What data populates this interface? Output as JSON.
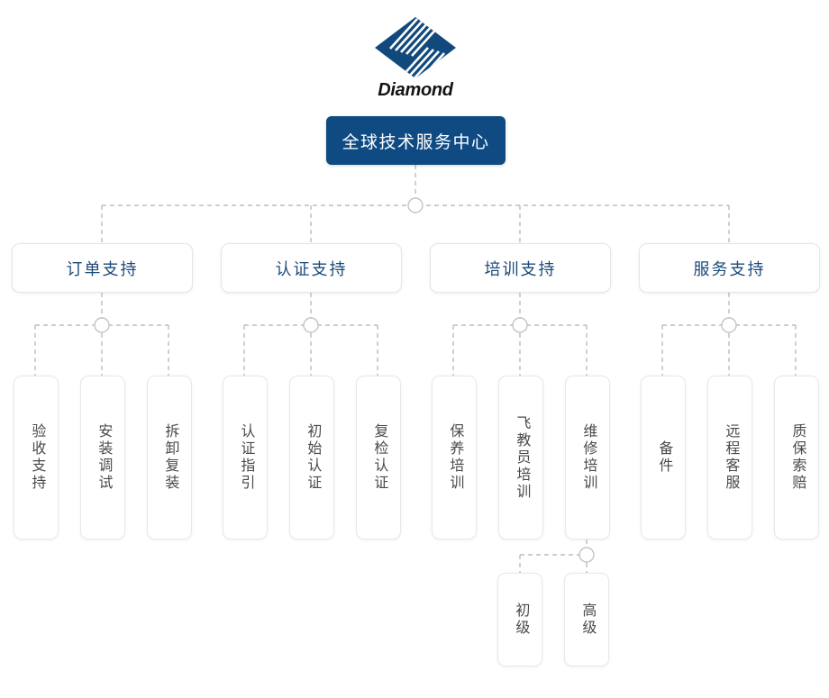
{
  "brand": {
    "wordmark": "Diamond",
    "logo_icon": "diamond-logo-icon",
    "logo_color": "#0f4b82"
  },
  "colors": {
    "root_fill": "#0f4b82",
    "root_text": "#ffffff",
    "level2_text": "#1b4a7a",
    "level3_text": "#4a4a4a",
    "connector": "#bdbdbd",
    "node_border": "#e6e6e6",
    "background": "#ffffff"
  },
  "chart_data": {
    "type": "diagram",
    "title": "全球技术服务中心",
    "root": {
      "label": "全球技术服务中心"
    },
    "branches": [
      {
        "label": "订单支持",
        "children": [
          {
            "label": "验收支持"
          },
          {
            "label": "安装调试"
          },
          {
            "label": "拆卸复装"
          }
        ]
      },
      {
        "label": "认证支持",
        "children": [
          {
            "label": "认证指引"
          },
          {
            "label": "初始认证"
          },
          {
            "label": "复检认证"
          }
        ]
      },
      {
        "label": "培训支持",
        "children": [
          {
            "label": "保养培训"
          },
          {
            "label": "飞教员培训"
          },
          {
            "label": "维修培训",
            "children": [
              {
                "label": "初级"
              },
              {
                "label": "高级"
              }
            ]
          }
        ]
      },
      {
        "label": "服务支持",
        "children": [
          {
            "label": "备件"
          },
          {
            "label": "远程客服"
          },
          {
            "label": "质保索赔"
          }
        ]
      }
    ]
  }
}
